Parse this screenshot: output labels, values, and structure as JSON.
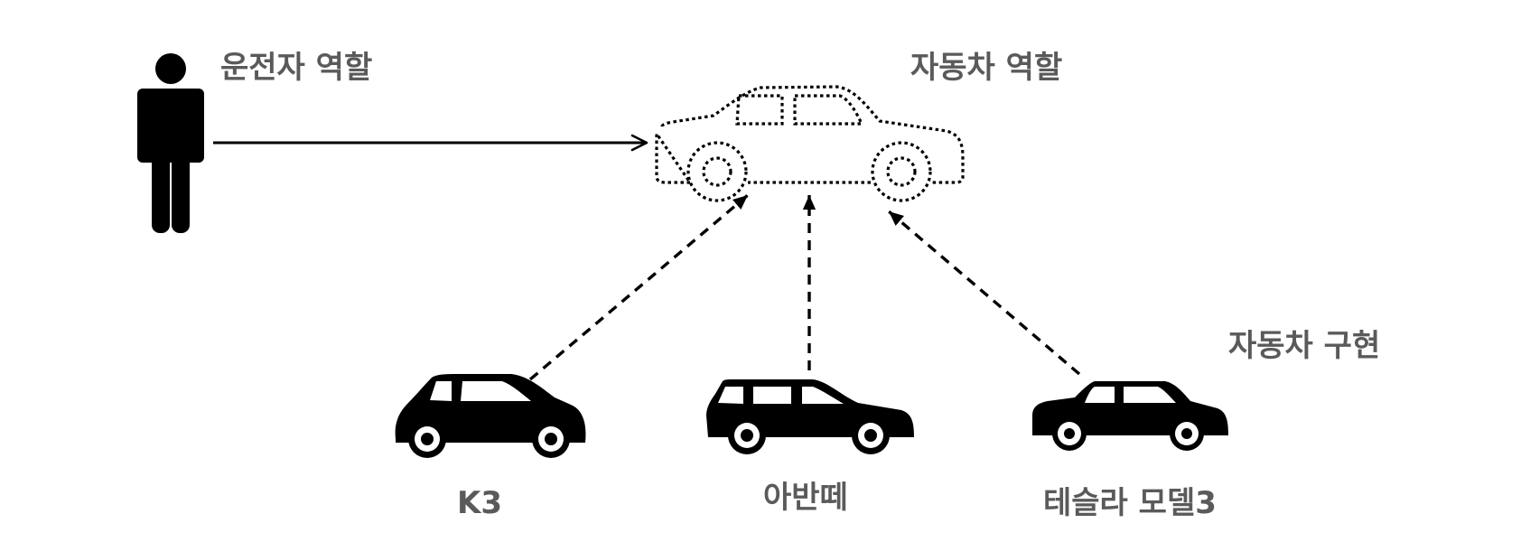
{
  "labels": {
    "driver_role": "운전자 역할",
    "car_role": "자동차 역할",
    "car_impl": "자동차 구현",
    "k3": "K3",
    "avante": "아반떼",
    "tesla": "테슬라 모델3"
  },
  "icons": {
    "driver": "person-icon",
    "car_role": "dotted-car-outline-icon",
    "k3": "hatchback-car-icon",
    "avante": "wagon-car-icon",
    "tesla": "sedan-car-icon"
  },
  "colors": {
    "text": "#5a5a5a",
    "shape": "#000000",
    "background": "#ffffff"
  }
}
